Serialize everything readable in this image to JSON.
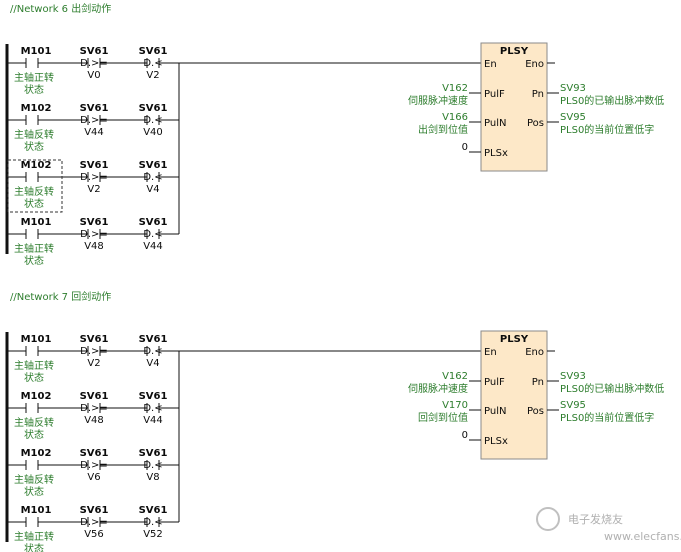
{
  "networks": [
    {
      "title": "//Network 6  出剑动作",
      "rows": [
        {
          "contact": "M101",
          "contact_desc": [
            "主轴正转",
            "状态"
          ],
          "c1": {
            "ref": "SV61",
            "op": "D.>=",
            "val": "V0"
          },
          "c2": {
            "ref": "SV61",
            "op": "D.<",
            "val": "V2"
          }
        },
        {
          "contact": "M102",
          "contact_desc": [
            "主轴反转",
            "状态"
          ],
          "c1": {
            "ref": "SV61",
            "op": "D.>=",
            "val": "V44"
          },
          "c2": {
            "ref": "SV61",
            "op": "D.<",
            "val": "V40"
          }
        },
        {
          "contact": "M102",
          "contact_desc": [
            "主轴反转",
            "状态"
          ],
          "c1": {
            "ref": "SV61",
            "op": "D.>=",
            "val": "V2"
          },
          "c2": {
            "ref": "SV61",
            "op": "D.<",
            "val": "V4"
          }
        },
        {
          "contact": "M101",
          "contact_desc": [
            "主轴正转",
            "状态"
          ],
          "c1": {
            "ref": "SV61",
            "op": "D.>=",
            "val": "V48"
          },
          "c2": {
            "ref": "SV61",
            "op": "D.<",
            "val": "V44"
          }
        }
      ],
      "block": {
        "name": "PLSY",
        "pins_left": [
          "En",
          "PulF",
          "PulN",
          "PLSx"
        ],
        "pins_right": [
          "Eno",
          "Pn",
          "Pos"
        ],
        "in_pulf": "V162",
        "in_pulf_desc": "伺服脉冲速度",
        "in_puln": "V166",
        "in_puln_desc": "出剑到位值",
        "in_plsx": "0",
        "out_pn": "SV93",
        "out_pn_desc": "PLS0的已输出脉冲数低",
        "out_pos": "SV95",
        "out_pos_desc": "PLS0的当前位置低字"
      }
    },
    {
      "title": "//Network 7  回剑动作",
      "rows": [
        {
          "contact": "M101",
          "contact_desc": [
            "主轴正转",
            "状态"
          ],
          "c1": {
            "ref": "SV61",
            "op": "D.>=",
            "val": "V2"
          },
          "c2": {
            "ref": "SV61",
            "op": "D.<",
            "val": "V4"
          }
        },
        {
          "contact": "M102",
          "contact_desc": [
            "主轴反转",
            "状态"
          ],
          "c1": {
            "ref": "SV61",
            "op": "D.>=",
            "val": "V48"
          },
          "c2": {
            "ref": "SV61",
            "op": "D.<",
            "val": "V44"
          }
        },
        {
          "contact": "M102",
          "contact_desc": [
            "主轴反转",
            "状态"
          ],
          "c1": {
            "ref": "SV61",
            "op": "D.>=",
            "val": "V6"
          },
          "c2": {
            "ref": "SV61",
            "op": "D.<",
            "val": "V8"
          }
        },
        {
          "contact": "M101",
          "contact_desc": [
            "主轴正转",
            "状态"
          ],
          "c1": {
            "ref": "SV61",
            "op": "D.>=",
            "val": "V56"
          },
          "c2": {
            "ref": "SV61",
            "op": "D.<",
            "val": "V52"
          }
        }
      ],
      "block": {
        "name": "PLSY",
        "pins_left": [
          "En",
          "PulF",
          "PulN",
          "PLSx"
        ],
        "pins_right": [
          "Eno",
          "Pn",
          "Pos"
        ],
        "in_pulf": "V162",
        "in_pulf_desc": "伺服脉冲速度",
        "in_puln": "V170",
        "in_puln_desc": "回剑到位值",
        "in_plsx": "0",
        "out_pn": "SV93",
        "out_pn_desc": "PLS0的已输出脉冲数低",
        "out_pos": "SV95",
        "out_pos_desc": "PLS0的当前位置低字"
      }
    }
  ],
  "watermark": {
    "line1": "电子发烧友",
    "line2": "www.elecfans.com"
  }
}
